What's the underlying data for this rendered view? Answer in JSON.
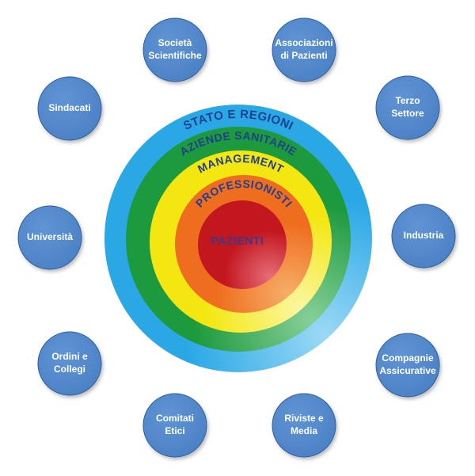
{
  "diagram": {
    "rings": [
      {
        "label": "STATO E REGIONI",
        "color_a": "#2aa8e6",
        "color_b": "#9bd9f5",
        "text_color": "#1f3f8f"
      },
      {
        "label": "AZIENDE SANITARIE",
        "color_a": "#1e9a3e",
        "color_b": "#86cf98",
        "text_color": "#1f3f8f"
      },
      {
        "label": "MANAGEMENT",
        "color_a": "#f4e711",
        "color_b": "#fbf6a0",
        "text_color": "#1f3f8f"
      },
      {
        "label": "PROFESSIONISTI",
        "color_a": "#ef6d1e",
        "color_b": "#f6ae68",
        "text_color": "#1f3f8f"
      },
      {
        "label": "PAZIENTI",
        "color_a": "#c31720",
        "color_b": "#e76e77",
        "text_color": "#3a3a8a"
      }
    ],
    "stakeholders": [
      {
        "lines": [
          "Società",
          "Scientifiche"
        ]
      },
      {
        "lines": [
          "Associazioni",
          "di Pazienti"
        ]
      },
      {
        "lines": [
          "Terzo",
          "Settore"
        ]
      },
      {
        "lines": [
          "Industria"
        ]
      },
      {
        "lines": [
          "Compagnie",
          "Assicurative"
        ]
      },
      {
        "lines": [
          "Riviste e",
          "Media"
        ]
      },
      {
        "lines": [
          "Comitati",
          "Etici"
        ]
      },
      {
        "lines": [
          "Ordini e",
          "Collegi"
        ]
      },
      {
        "lines": [
          "Università"
        ]
      },
      {
        "lines": [
          "Sindacati"
        ]
      }
    ],
    "node_color": "#4a80c4",
    "node_edge": "#2e5f9e"
  }
}
